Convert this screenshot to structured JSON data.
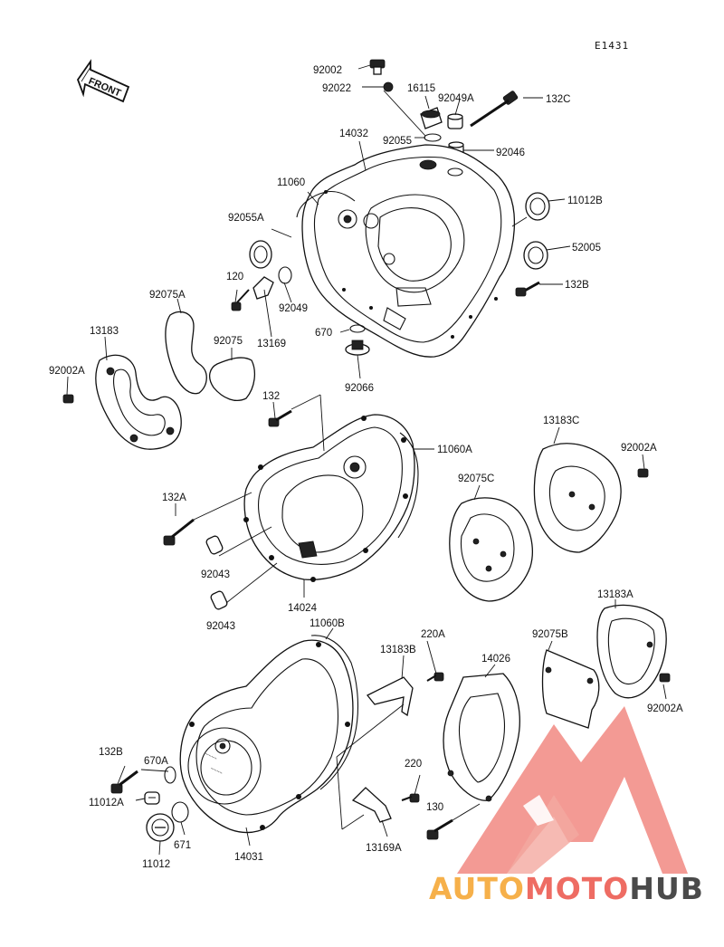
{
  "diagram": {
    "code": "E1431",
    "front_label": "FRONT",
    "part_labels": {
      "p92002": "92002",
      "p92022": "92022",
      "p16115": "16115",
      "p92049A": "92049A",
      "p132C": "132C",
      "p14032": "14032",
      "p92055": "92055",
      "p92046": "92046",
      "p11060": "11060",
      "p11012B": "11012B",
      "p92055A": "92055A",
      "p52005": "52005",
      "p120": "120",
      "p92049": "92049",
      "p132B_top": "132B",
      "p92075A": "92075A",
      "p13183": "13183",
      "p13169": "13169",
      "p670": "670",
      "p92075": "92075",
      "p92066": "92066",
      "p92002A_left": "92002A",
      "p132": "132",
      "p11060A": "11060A",
      "p13183C": "13183C",
      "p92002A_right": "92002A",
      "p92075C": "92075C",
      "p132A": "132A",
      "p92043_a": "92043",
      "p14024": "14024",
      "p92043_b": "92043",
      "p13183A": "13183A",
      "p11060B": "11060B",
      "p220A": "220A",
      "p13183B": "13183B",
      "p14026": "14026",
      "p92075B": "92075B",
      "p92002A_br": "92002A",
      "p132B_bottom": "132B",
      "p670A": "670A",
      "p220": "220",
      "p11012A": "11012A",
      "p130": "130",
      "p671": "671",
      "p11012": "11012",
      "p14031": "14031",
      "p13169A": "13169A"
    }
  },
  "watermark": {
    "brand_part1": "AUTO",
    "brand_part2": "MOTO",
    "brand_part3": "HUB",
    "color_orange": "#f6b04a",
    "color_red": "#ee6c63",
    "color_dark": "#4a4a4a"
  }
}
